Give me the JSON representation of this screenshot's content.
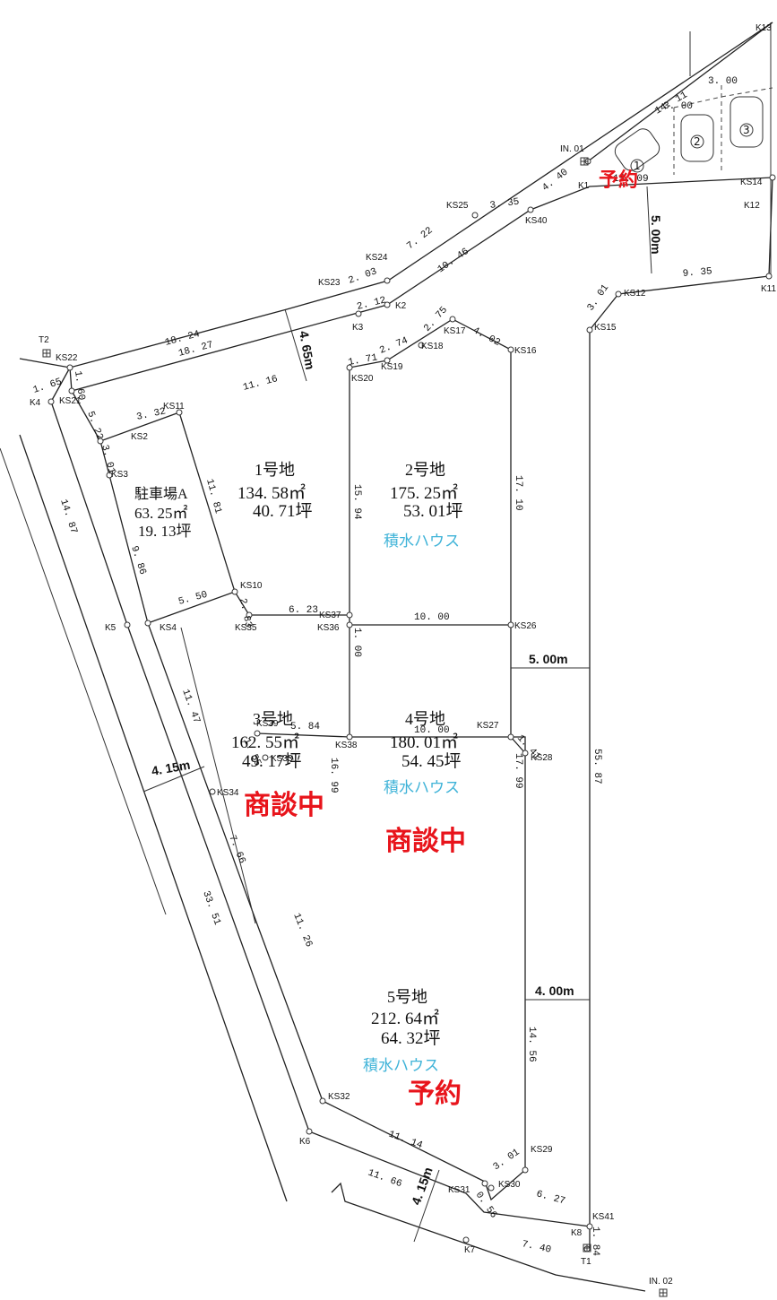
{
  "labels": {
    "K13": "K13",
    "K1": "K1",
    "K12": "K12",
    "K11": "K11",
    "K2": "K2",
    "K3": "K3",
    "K4": "K4",
    "K5": "K5",
    "K6": "K6",
    "K7": "K7",
    "K8": "K8",
    "T1": "T1",
    "T2": "T2",
    "IN01": "IN. 01",
    "IN02": "IN. 02",
    "KS14": "KS14",
    "KS40": "KS40",
    "KS25": "KS25",
    "KS24": "KS24",
    "KS23": "KS23",
    "KS22": "KS22",
    "KS21": "KS21",
    "KS12": "KS12",
    "KS15": "KS15",
    "KS17": "KS17",
    "KS18": "KS18",
    "KS19": "KS19",
    "KS20": "KS20",
    "KS16": "KS16",
    "KS11": "KS11",
    "KS2": "KS2",
    "KS3": "KS3",
    "KS4": "KS4",
    "KS10": "KS10",
    "KS35": "KS35",
    "KS36": "KS36",
    "KS37": "KS37",
    "KS26": "KS26",
    "KS34": "KS34",
    "KS39": "KS39",
    "KS38": "KS38",
    "KS27": "KS27",
    "KS28": "KS28",
    "KS33": "KS33",
    "KS32": "KS32",
    "KS29": "KS29",
    "KS30": "KS30",
    "KS31": "KS31",
    "KS41": "KS41"
  },
  "dims": {
    "d1411": "14. 11",
    "d300a": "3. 00",
    "d300b": "3. 00",
    "d440": "4. 40",
    "d1509": "15. 09",
    "d335": "3. 35",
    "d722": "7. 22",
    "d1046": "10. 46",
    "d203": "2. 03",
    "d212": "2. 12",
    "d935": "9. 35",
    "d301a": "3. 01",
    "d1824": "18. 24",
    "d1827": "18. 27",
    "d275": "2. 75",
    "d402": "4. 02",
    "d274": "2. 74",
    "d171": "1. 71",
    "d1116": "11. 16",
    "d165": "1. 65",
    "d160": "1. 60",
    "d522": "5. 22",
    "d332": "3. 32",
    "d301b": "3. 01",
    "d1181": "11. 81",
    "d1594": "15. 94",
    "d1710": "17. 10",
    "d1487": "14. 87",
    "d986": "9. 86",
    "d550": "5. 50",
    "d283": "2. 83",
    "d623": "6. 23",
    "d100": "1. 00",
    "d1000a": "10. 00",
    "d1147": "11. 47",
    "d1699": "16. 99",
    "d1799": "17. 99",
    "d5587": "55. 87",
    "d766": "7. 66",
    "d3351": "33. 51",
    "d584": "5. 84",
    "d1000b": "10. 00",
    "d141": "1. 41",
    "d155": "1. 55",
    "d1126": "11. 26",
    "d1456": "14. 56",
    "d1114": "11. 14",
    "d301c": "3. 01",
    "d1166": "11. 66",
    "d056": "0. 56",
    "d627": "6. 27",
    "d740": "7. 40",
    "d184": "1. 84"
  },
  "widths": {
    "w500a": "5. 00m",
    "w465": "4. 65m",
    "w500b": "5. 00m",
    "w415a": "4. 15m",
    "w400": "4. 00m",
    "w415b": "4. 15m"
  },
  "lots": {
    "lot1": {
      "name": "1号地",
      "area": "134. 58㎡",
      "tsubo": "40. 71坪"
    },
    "lot2": {
      "name": "2号地",
      "area": "175. 25㎡",
      "tsubo": "53. 01坪",
      "builder": "積水ハウス"
    },
    "lot3": {
      "name": "3号地",
      "area": "162. 55㎡",
      "tsubo": "49. 17坪",
      "status": "商談中"
    },
    "lot4": {
      "name": "4号地",
      "area": "180. 01㎡",
      "tsubo": "54. 45坪",
      "builder": "積水ハウス",
      "status": "商談中"
    },
    "lot5": {
      "name": "5号地",
      "area": "212. 64㎡",
      "tsubo": "64. 32坪",
      "builder": "積水ハウス",
      "status": "予約"
    },
    "parkingA": {
      "name": "駐車場A",
      "area": "63. 25㎡",
      "tsubo": "19. 13坪"
    }
  },
  "parking": {
    "reserved": "予約",
    "spaces": [
      "1",
      "2",
      "3"
    ]
  },
  "colors": {
    "builder": "#3fb3d8",
    "status": "#e8141b",
    "lines": "#222222"
  }
}
